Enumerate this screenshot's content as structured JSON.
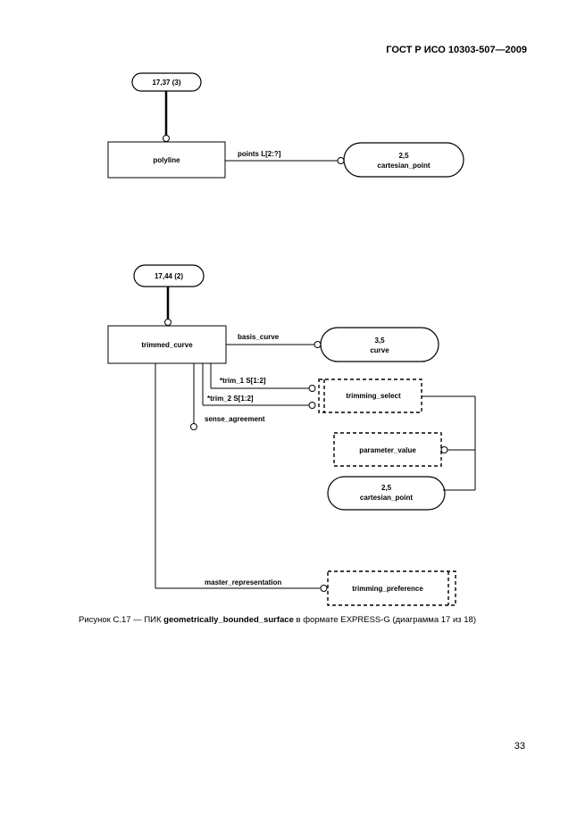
{
  "header": {
    "doc_id": "ГОСТ Р ИСО 10303-507—2009"
  },
  "diagram": {
    "polyline_ref": "17,37 (3)",
    "polyline_entity": "polyline",
    "polyline_attr_points": "points L[2:?]",
    "polyline_target": [
      "2,5",
      "cartesian_point"
    ],
    "trimmed_ref": "17,44 (2)",
    "trimmed_entity": "trimmed_curve",
    "attr_basis_curve": "basis_curve",
    "curve_target": [
      "3,5",
      "curve"
    ],
    "attr_trim_1": "*trim_1 S[1:2]",
    "attr_trim_2": "*trim_2 S[1:2]",
    "trimming_select": "trimming_select",
    "attr_sense_agreement": "sense_agreement",
    "parameter_value": "parameter_value",
    "cartesian_target": [
      "2,5",
      "cartesian_point"
    ],
    "attr_master_representation": "master_representation",
    "trimming_preference": "trimming_preference"
  },
  "caption": {
    "prefix": "Рисунок С.17 — ПИК ",
    "bold": "geometrically_bounded_surface",
    "suffix": " в формате EXPRESS-G (диаграмма  17 из 18)"
  },
  "page_number": "33"
}
